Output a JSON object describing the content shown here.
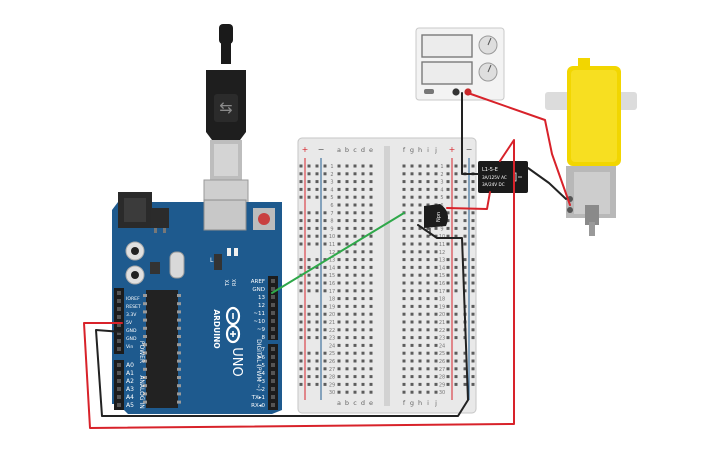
{
  "arduino": {
    "brand": "ARDUINO",
    "model": "UNO",
    "power_header_label": "POWER",
    "analog_header_label": "ANALOG IN",
    "digital_header_label": "DIGITAL (PWM ~)",
    "tx_label": "TX",
    "rx_label": "RX",
    "l_label": "L",
    "power_pins": [
      "IOREF",
      "RESET",
      "3.3V",
      "5V",
      "GND",
      "GND",
      "Vin"
    ],
    "analog_pins": [
      "A0",
      "A1",
      "A2",
      "A3",
      "A4",
      "A5"
    ],
    "digital_top_pins": [
      "AREF",
      "GND",
      "13",
      "12",
      "~11",
      "~10",
      "~9",
      "8"
    ],
    "digital_bottom_pins": [
      "7",
      "~6",
      "~5",
      "4",
      "~3",
      "2",
      "TX▸1",
      "RX◂0"
    ]
  },
  "breadboard": {
    "rail_plus": "+",
    "rail_minus": "−",
    "left_columns": [
      "a",
      "b",
      "c",
      "d",
      "e"
    ],
    "right_columns": [
      "f",
      "g",
      "h",
      "i",
      "j"
    ],
    "row_labels": [
      "1",
      "2",
      "3",
      "4",
      "5",
      "6",
      "7",
      "8",
      "9",
      "10",
      "11",
      "12",
      "13",
      "14",
      "15",
      "16",
      "17",
      "18",
      "19",
      "20",
      "21",
      "22",
      "23",
      "24",
      "25",
      "26",
      "27",
      "28",
      "29",
      "30"
    ]
  },
  "relay": {
    "line1": "L1-5-E",
    "line2": "3A/125V AC",
    "line3": "3A/24V DC"
  },
  "transistor": {
    "label": "Npn"
  },
  "colors": {
    "board": "#1e5a8e",
    "breadboard": "#e9e9e9",
    "wire_red": "#d8222a",
    "wire_green": "#2fa84a",
    "wire_black": "#222222",
    "motor": "#f2d600",
    "relay": "#1a1a1a"
  },
  "icons": [
    "usb-cable-icon",
    "power-supply-icon",
    "dc-motor-icon"
  ]
}
